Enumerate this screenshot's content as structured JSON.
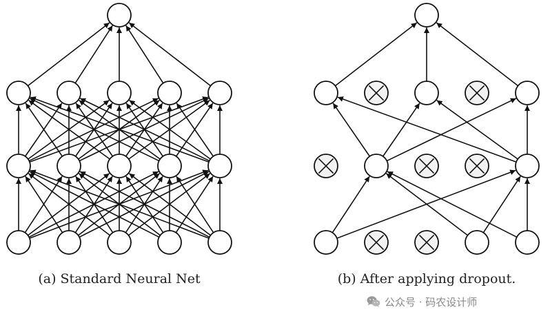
{
  "diagram": {
    "title_a": "(a) Standard Neural Net",
    "title_b": "(b) After applying dropout.",
    "colors": {
      "line": "#111111",
      "node_fill": "#ffffff",
      "dropped_fill": "#f2f2f2"
    },
    "standard_net": {
      "layers": [
        [
          "in-1",
          "in-2",
          "in-3",
          "in-4",
          "in-5"
        ],
        [
          "h1-1",
          "h1-2",
          "h1-3",
          "h1-4",
          "h1-5"
        ],
        [
          "h2-1",
          "h2-2",
          "h2-3",
          "h2-4",
          "h2-5"
        ],
        [
          "out-1"
        ]
      ],
      "connectivity": "fully-connected"
    },
    "dropout_net": {
      "layers": [
        [
          {
            "id": "in-1",
            "dropped": false
          },
          {
            "id": "in-2",
            "dropped": true
          },
          {
            "id": "in-3",
            "dropped": true
          },
          {
            "id": "in-4",
            "dropped": false
          },
          {
            "id": "in-5",
            "dropped": false
          }
        ],
        [
          {
            "id": "h1-1",
            "dropped": true
          },
          {
            "id": "h1-2",
            "dropped": false
          },
          {
            "id": "h1-3",
            "dropped": true
          },
          {
            "id": "h1-4",
            "dropped": true
          },
          {
            "id": "h1-5",
            "dropped": false
          }
        ],
        [
          {
            "id": "h2-1",
            "dropped": false
          },
          {
            "id": "h2-2",
            "dropped": true
          },
          {
            "id": "h2-3",
            "dropped": false
          },
          {
            "id": "h2-4",
            "dropped": true
          },
          {
            "id": "h2-5",
            "dropped": false
          }
        ],
        [
          {
            "id": "out-1",
            "dropped": false
          }
        ]
      ],
      "connections": [
        [
          "in-1",
          "h1-2"
        ],
        [
          "in-4",
          "h1-2"
        ],
        [
          "in-5",
          "h1-2"
        ],
        [
          "in-1",
          "h1-5"
        ],
        [
          "in-4",
          "h1-5"
        ],
        [
          "in-5",
          "h1-5"
        ],
        [
          "h1-2",
          "h2-1"
        ],
        [
          "h1-2",
          "h2-3"
        ],
        [
          "h1-2",
          "h2-5"
        ],
        [
          "h1-5",
          "h2-1"
        ],
        [
          "h1-5",
          "h2-3"
        ],
        [
          "h1-5",
          "h2-5"
        ],
        [
          "h2-1",
          "out-1"
        ],
        [
          "h2-3",
          "out-1"
        ],
        [
          "h2-5",
          "out-1"
        ]
      ]
    }
  },
  "watermark": {
    "icon": "wechat-icon",
    "text": "公众号 · 码农设计师"
  }
}
